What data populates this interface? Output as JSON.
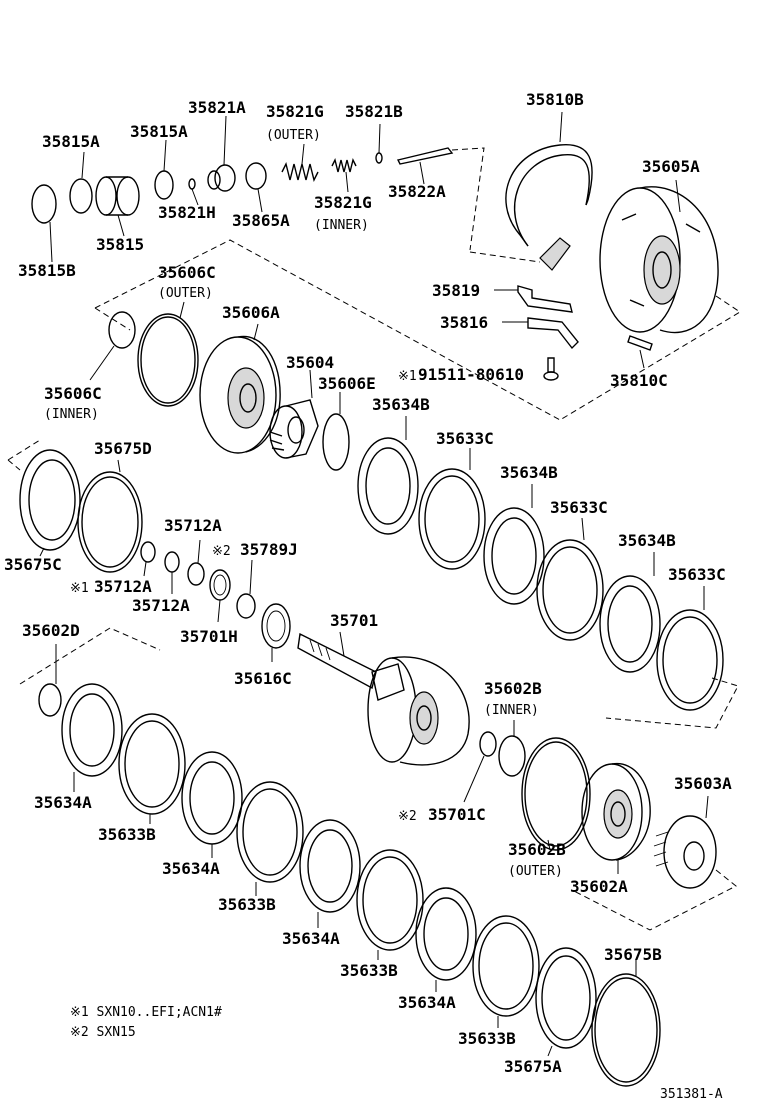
{
  "labels": {
    "p35815A": "35815A",
    "p35815Ac": "35815A",
    "p35815": "35815",
    "p35815B": "35815B",
    "p35821A": "35821A",
    "p35821H": "35821H",
    "p35821G_outer": "35821G",
    "p35821G_inner": "35821G",
    "p35821B": "35821B",
    "p35822A": "35822A",
    "p35865A": "35865A",
    "p35810B": "35810B",
    "p35605A": "35605A",
    "p35819": "35819",
    "p35816": "35816",
    "p35810C": "35810C",
    "p91511": "91511-80610",
    "p35606C_outer": "35606C",
    "p35606C_inner": "35606C",
    "p35606A": "35606A",
    "p35604": "35604",
    "p35606E": "35606E",
    "p35634B_1": "35634B",
    "p35633C_1": "35633C",
    "p35634B_2": "35634B",
    "p35633C_2": "35633C",
    "p35634B_3": "35634B",
    "p35633C_3": "35633C",
    "p35675D": "35675D",
    "p35675C": "35675C",
    "p35712A_1": "35712A",
    "p35712A_2": "35712A",
    "p35712A_3": "35712A",
    "p35789J": "35789J",
    "p35701H": "35701H",
    "p35701": "35701",
    "p35616C": "35616C",
    "p35602D": "35602D",
    "p35602B_inner": "35602B",
    "p35701C": "35701C",
    "p35602B_outer": "35602B",
    "p35603A": "35603A",
    "p35602A": "35602A",
    "p35634A_1": "35634A",
    "p35633B_1": "35633B",
    "p35634A_2": "35634A",
    "p35633B_2": "35633B",
    "p35634A_3": "35634A",
    "p35633B_3": "35633B",
    "p35634A_4": "35634A",
    "p35633B_4": "35633B",
    "p35675B": "35675B",
    "p35675A": "35675A"
  },
  "sublabels": {
    "outer": "(OUTER)",
    "inner": "(INNER)"
  },
  "marks": {
    "m1": "※1",
    "m2": "※2"
  },
  "notes": {
    "note1": "※1 SXN10..EFI;ACN1#",
    "note2": "※2 SXN15"
  },
  "figure_id": "351381-A"
}
